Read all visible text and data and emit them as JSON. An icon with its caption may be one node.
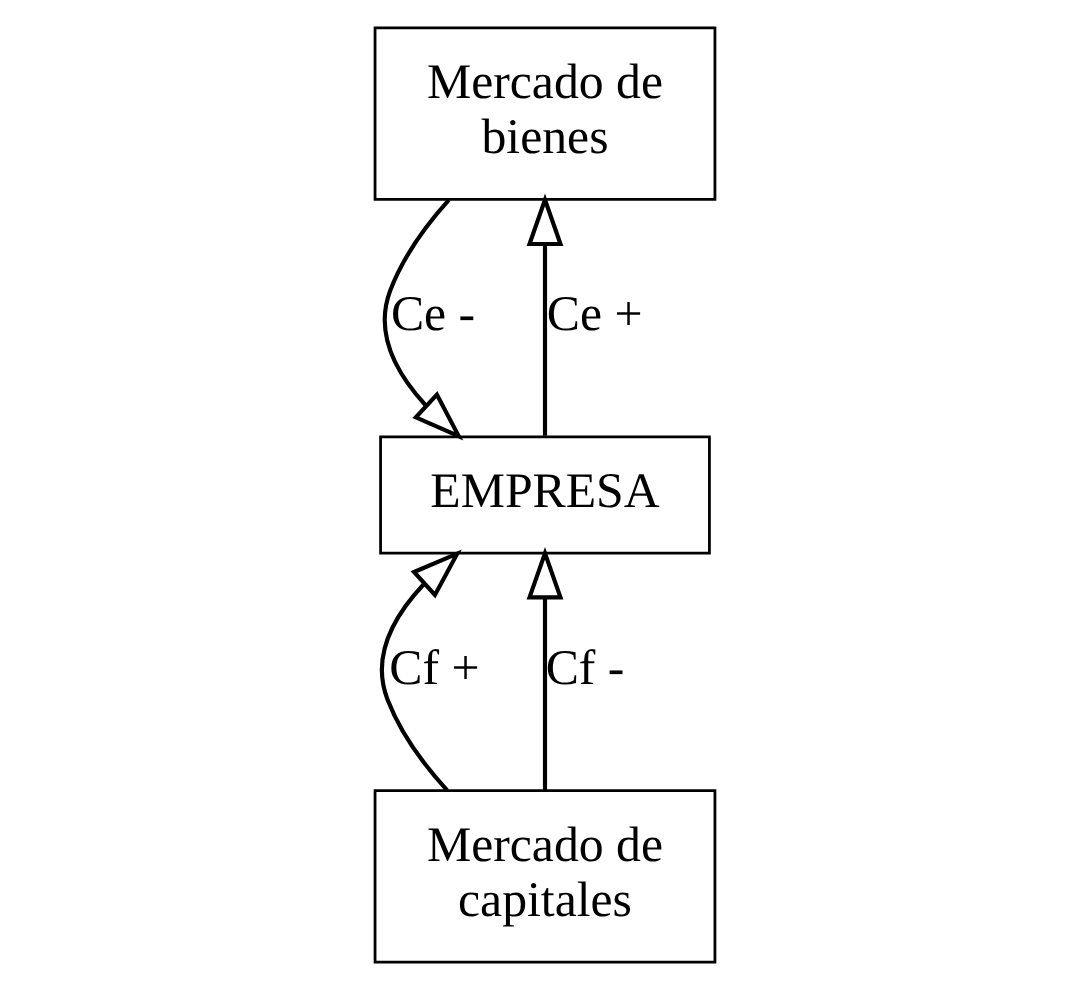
{
  "diagram": {
    "nodes": [
      {
        "text": [
          "Mercado de bienes"
        ]
      },
      {
        "text": [
          "EMPRESA"
        ]
      },
      {
        "text": [
          "Mercado de capitales"
        ]
      }
    ],
    "edges": [
      {
        "from": 0,
        "to": 1,
        "arrow": "to",
        "label": "Ce -"
      },
      {
        "from": 1,
        "to": 0,
        "arrow": "to",
        "label": "Ce +"
      },
      {
        "from": 2,
        "to": 1,
        "arrow": "to",
        "label": "Cf +"
      },
      {
        "from": 2,
        "to": 1,
        "arrow": "to",
        "label": "Cf -"
      }
    ]
  }
}
